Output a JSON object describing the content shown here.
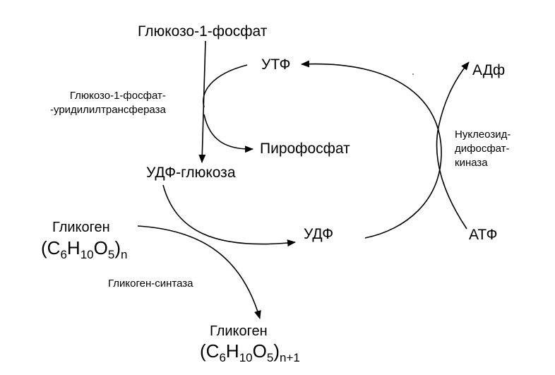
{
  "compounds": {
    "g1p": "Глюкозо-1-фосфат",
    "utp": "УТФ",
    "pyrophosphate": "Пирофосфат",
    "udp_glucose": "УДФ-глюкоза",
    "udp": "УДФ",
    "adp": "АДф",
    "atp": "АТФ",
    "glycogen_in": {
      "name": "Гликоген",
      "formula": {
        "open": "(C",
        "c_sub": "6",
        "h": "H",
        "h_sub": "10",
        "o": "O",
        "o_sub": "5",
        "close": ")",
        "n": "n"
      }
    },
    "glycogen_out": {
      "name": "Гликоген",
      "formula": {
        "open": "(C",
        "c_sub": "6",
        "h": "H",
        "h_sub": "10",
        "o": "O",
        "o_sub": "5",
        "close": ")",
        "n": "n+1"
      }
    }
  },
  "enzymes": {
    "uridylyltransferase": [
      "Глюкозо-1-фосфат-",
      "-уридилилтрансфераза"
    ],
    "glycogen_synthase": "Гликоген-синтаза",
    "ndp_kinase": [
      "Нуклеозид-",
      "дифосфат-",
      "киназа"
    ]
  }
}
